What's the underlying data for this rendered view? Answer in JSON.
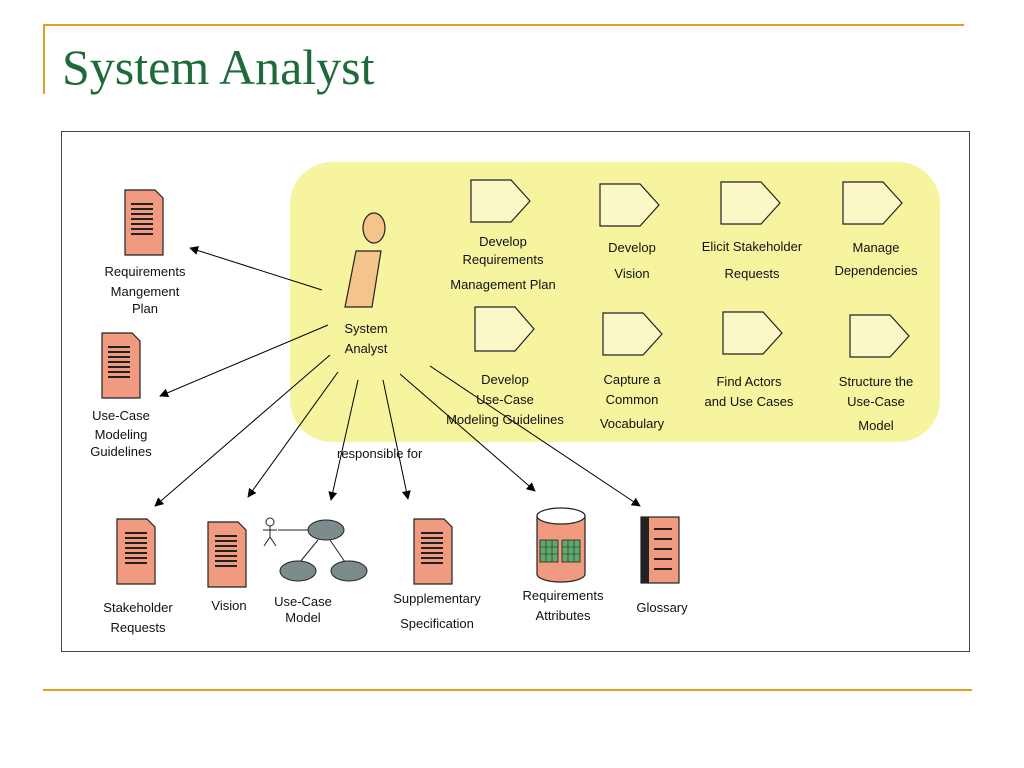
{
  "slide": {
    "title": "System Analyst"
  },
  "diagram": {
    "role": "System\nAnalyst",
    "relation_label": "responsible for",
    "activities": [
      {
        "id": "a1",
        "label": "Develop\nRequirements\nManagement Plan"
      },
      {
        "id": "a2",
        "label": "Develop\nVision"
      },
      {
        "id": "a3",
        "label": "Elicit Stakeholder\nRequests"
      },
      {
        "id": "a4",
        "label": "Manage\nDependencies"
      },
      {
        "id": "a5",
        "label": "Develop\nUse-Case\nModeling Guidelines"
      },
      {
        "id": "a6",
        "label": "Capture a\nCommon\nVocabulary"
      },
      {
        "id": "a7",
        "label": "Find Actors\nand Use Cases"
      },
      {
        "id": "a8",
        "label": "Structure the\nUse-Case\nModel"
      }
    ],
    "artifacts": [
      {
        "id": "r1",
        "label": "Requirements\nMangement\nPlan",
        "icon": "document-icon"
      },
      {
        "id": "r2",
        "label": "Use-Case\nModeling\nGuidelines",
        "icon": "document-icon"
      },
      {
        "id": "r3",
        "label": "Stakeholder\nRequests",
        "icon": "document-icon"
      },
      {
        "id": "r4",
        "label": "Vision",
        "icon": "document-icon"
      },
      {
        "id": "r5",
        "label": "Use-Case\nModel",
        "icon": "use-case-model-icon"
      },
      {
        "id": "r6",
        "label": "Supplementary\nSpecification",
        "icon": "document-icon"
      },
      {
        "id": "r7",
        "label": "Requirements\nAttributes",
        "icon": "database-icon"
      },
      {
        "id": "r8",
        "label": "Glossary",
        "icon": "glossary-icon"
      }
    ]
  },
  "colors": {
    "title": "#1e6b3a",
    "accent_line": "#e0a028",
    "activity_region": "#f7f4a0",
    "activity_shape": "#fbf8c8",
    "actor": "#f4c48a",
    "document": "#f09a80"
  }
}
